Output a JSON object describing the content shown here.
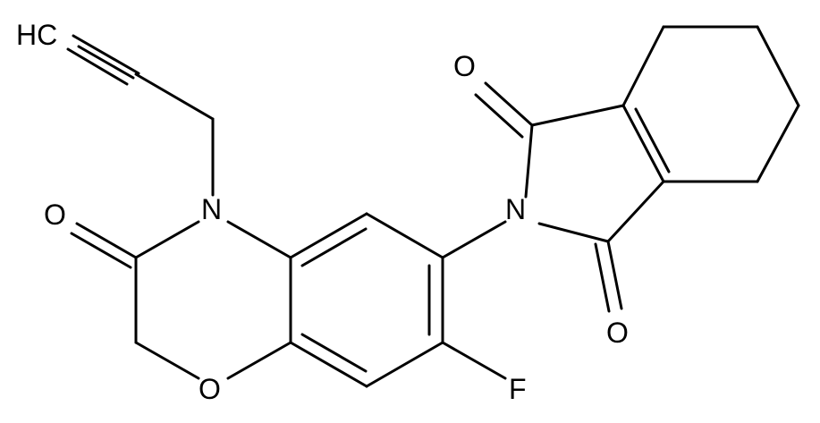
{
  "molecule": {
    "atoms": {
      "terminal_carbon": "HC",
      "amide_oxygen": "O",
      "ring_nitrogen": "N",
      "ring_oxygen": "O",
      "fluorine": "F",
      "imide_nitrogen": "N",
      "imide_oxygen_top": "O",
      "imide_oxygen_bottom": "O"
    }
  }
}
